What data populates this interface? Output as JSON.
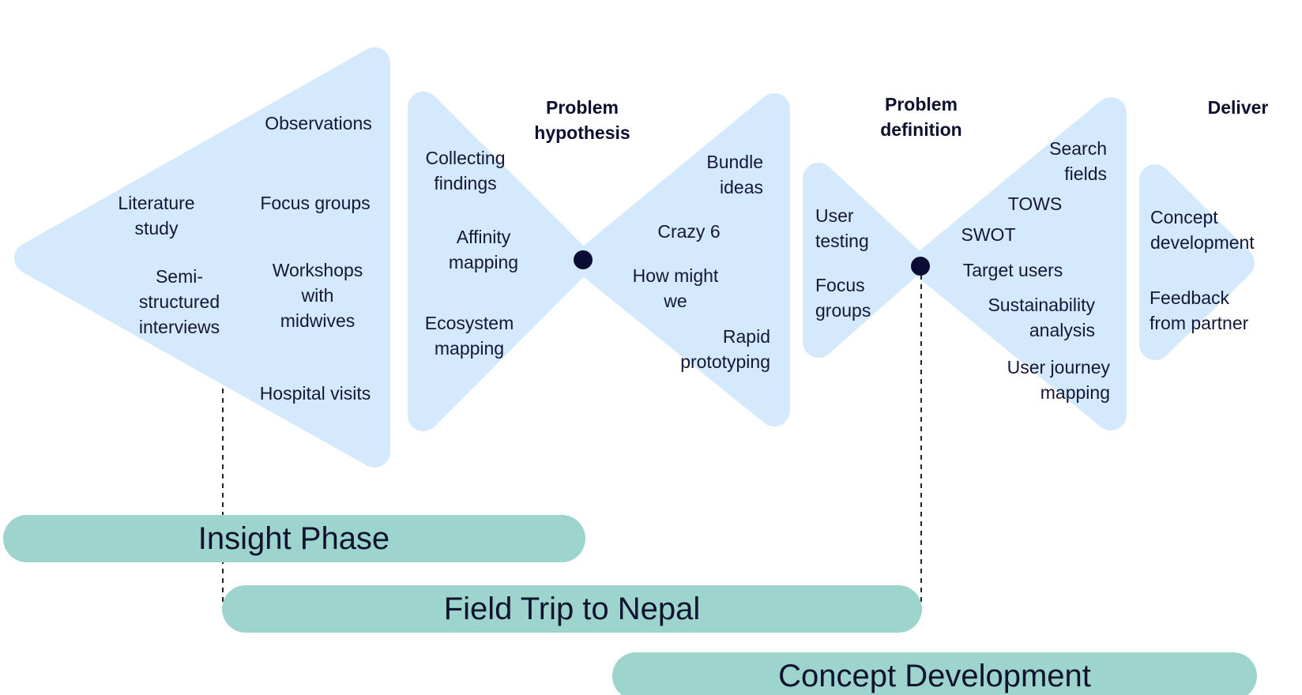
{
  "colors": {
    "shape_fill": "#d4e9fb",
    "phase_bar": "#9dd4ce",
    "node": "#0a0c33",
    "text": "#14173a"
  },
  "headings": {
    "problem_hypothesis": [
      "Problem",
      "hypothesis"
    ],
    "problem_definition": [
      "Problem",
      "definition"
    ],
    "deliver": [
      "Deliver"
    ]
  },
  "methods": {
    "observations": [
      "Observations"
    ],
    "focus_groups_1": [
      "Focus groups"
    ],
    "literature_study": [
      "Literature",
      "study"
    ],
    "semi_structured_interviews": [
      "Semi-",
      "structured",
      "interviews"
    ],
    "workshops_with_midwives": [
      "Workshops",
      "with",
      "midwives"
    ],
    "hospital_visits": [
      "Hospital visits"
    ],
    "collecting_findings": [
      "Collecting",
      "findings"
    ],
    "affinity_mapping": [
      "Affinity",
      "mapping"
    ],
    "ecosystem_mapping": [
      "Ecosystem",
      "mapping"
    ],
    "bundle_ideas": [
      "Bundle",
      "ideas"
    ],
    "crazy_6": [
      "Crazy 6"
    ],
    "how_might_we": [
      "How might",
      "we"
    ],
    "rapid_prototyping": [
      "Rapid",
      "prototyping"
    ],
    "user_testing": [
      "User",
      "testing"
    ],
    "focus_groups_2": [
      "Focus",
      "groups"
    ],
    "search_fields": [
      "Search",
      "fields"
    ],
    "tows": [
      "TOWS"
    ],
    "swot": [
      "SWOT"
    ],
    "target_users": [
      "Target users"
    ],
    "sustainability_analysis": [
      "Sustainability",
      "analysis"
    ],
    "user_journey_mapping": [
      "User journey",
      "mapping"
    ],
    "concept_development": [
      "Concept",
      "development"
    ],
    "feedback_from_partner": [
      "Feedback",
      "from partner"
    ]
  },
  "phases": {
    "insight": "Insight Phase",
    "field_trip": "Field Trip to Nepal",
    "concept": "Concept Development"
  }
}
